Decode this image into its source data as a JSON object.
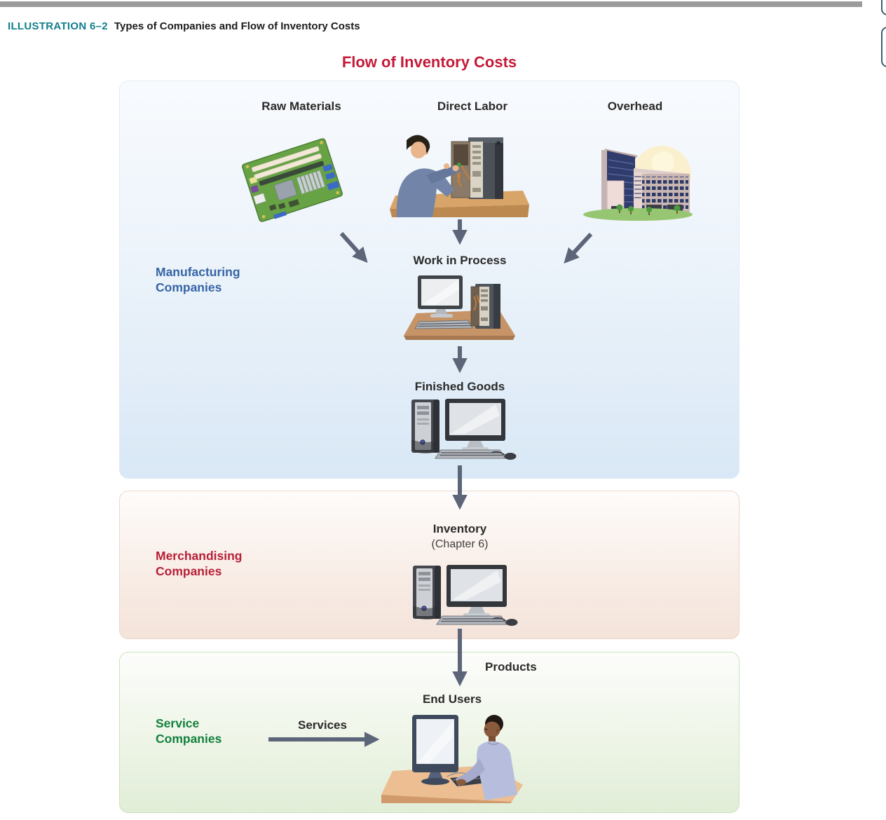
{
  "header": {
    "illustration_label": "ILLUSTRATION 6–2",
    "illustration_title": "Types of Companies and Flow of Inventory Costs"
  },
  "diagram": {
    "title": "Flow of Inventory Costs",
    "sections": [
      {
        "id": "manufacturing",
        "label_lines": [
          "Manufacturing",
          "Companies"
        ],
        "color": "#3565a5"
      },
      {
        "id": "merchandising",
        "label_lines": [
          "Merchandising",
          "Companies"
        ],
        "color": "#b72038"
      },
      {
        "id": "service",
        "label_lines": [
          "Service",
          "Companies"
        ],
        "color": "#13803c"
      }
    ],
    "nodes": {
      "raw_materials": "Raw Materials",
      "direct_labor": "Direct Labor",
      "overhead": "Overhead",
      "work_in_process": "Work in Process",
      "finished_goods": "Finished Goods",
      "inventory": "Inventory",
      "inventory_subtitle": "(Chapter 6)",
      "products": "Products",
      "end_users": "End Users",
      "services": "Services"
    },
    "illustrations": {
      "raw_materials": "circuit-board-illustration",
      "direct_labor": "technician-assembling-computer-illustration",
      "overhead": "office-buildings-illustration",
      "work_in_process": "open-computer-on-desk-illustration",
      "finished_goods": "desktop-computer-illustration",
      "inventory": "desktop-computer-illustration",
      "end_users": "person-using-computer-illustration"
    },
    "colors": {
      "header_teal": "#117e8e",
      "title_red": "#c31a38",
      "arrow": "#5d6579",
      "label_dark": "#2b2a29",
      "panel_blue_bottom": "#d9e8f6",
      "panel_peach_bottom": "#f4e3da",
      "panel_green_bottom": "#e1edd7"
    }
  }
}
